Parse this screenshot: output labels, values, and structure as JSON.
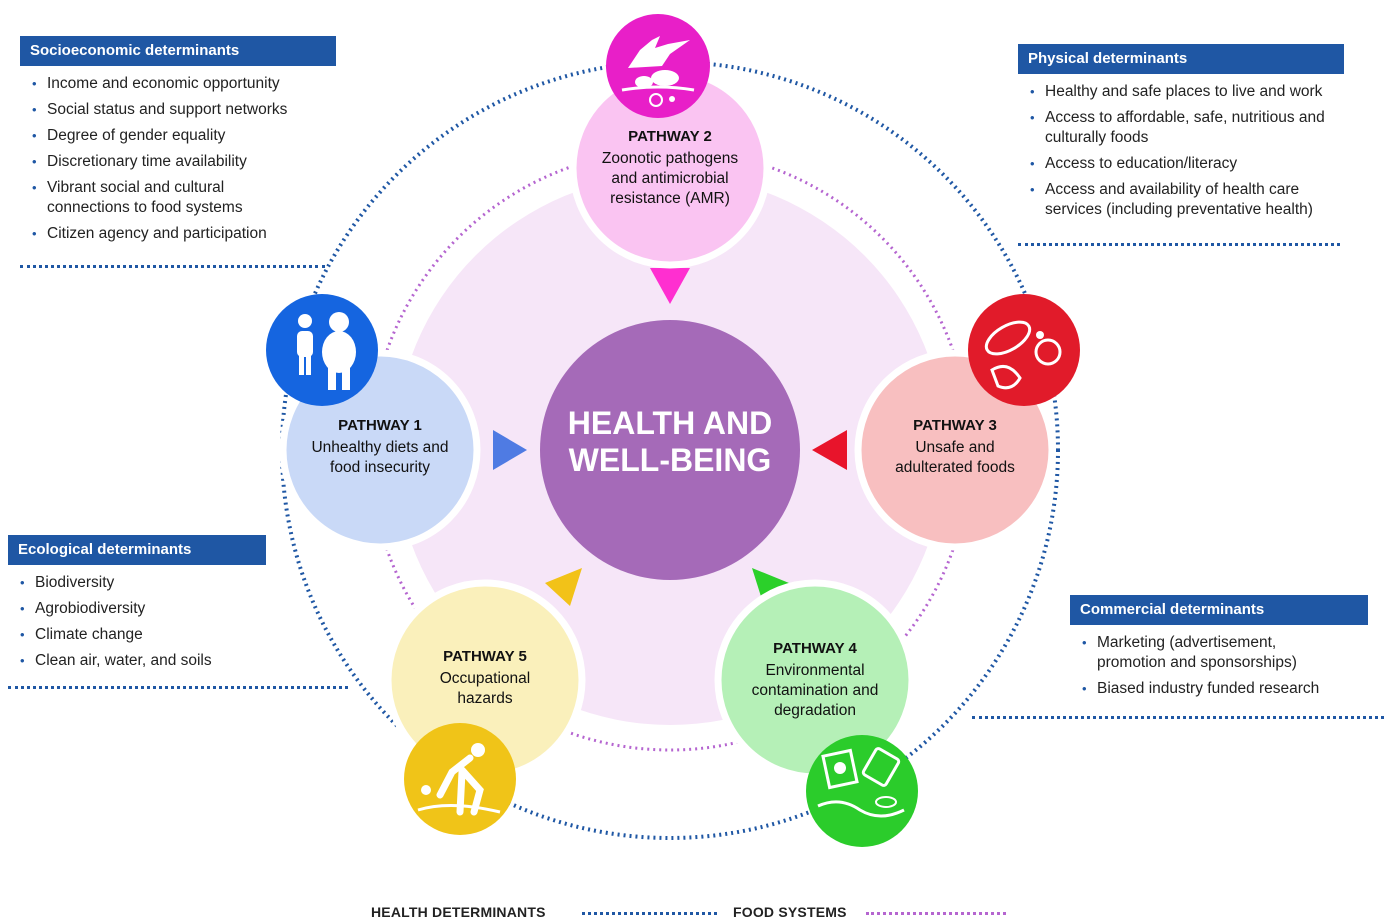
{
  "center": {
    "line1": "HEALTH AND",
    "line2": "WELL-BEING"
  },
  "pathways": [
    {
      "id": "pathway-1",
      "title": "PATHWAY 1",
      "desc": [
        "Unhealthy diets and",
        "food insecurity"
      ],
      "color": "#c9d9f7",
      "arrow": "#4f7be3",
      "icon_bg": "#1565e0",
      "icon": "people-icon"
    },
    {
      "id": "pathway-2",
      "title": "PATHWAY 2",
      "desc": [
        "Zoonotic pathogens",
        "and antimicrobial",
        "resistance (AMR)"
      ],
      "color": "#fac4f2",
      "arrow": "#ff2fd0",
      "icon_bg": "#e81fc8",
      "icon": "animals-icon"
    },
    {
      "id": "pathway-3",
      "title": "PATHWAY 3",
      "desc": [
        "Unsafe and",
        "adulterated foods"
      ],
      "color": "#f8bfc0",
      "arrow": "#e8142b",
      "icon_bg": "#e11b2a",
      "icon": "food-icon"
    },
    {
      "id": "pathway-4",
      "title": "PATHWAY 4",
      "desc": [
        "Environmental",
        "contamination and",
        "degradation"
      ],
      "color": "#b5f0b7",
      "arrow": "#2bd02a",
      "icon_bg": "#2bcc2b",
      "icon": "pollution-icon"
    },
    {
      "id": "pathway-5",
      "title": "PATHWAY 5",
      "desc": [
        "Occupational",
        "hazards"
      ],
      "color": "#faf0bb",
      "arrow": "#f2c218",
      "icon_bg": "#f0c418",
      "icon": "worker-icon"
    }
  ],
  "determinants": {
    "socioeconomic": {
      "title": "Socioeconomic determinants",
      "items": [
        "Income and economic opportunity",
        "Social status and support networks",
        "Degree of gender equality",
        "Discretionary time availability",
        "Vibrant social and cultural connections to food systems",
        "Citizen agency and participation"
      ]
    },
    "physical": {
      "title": "Physical determinants",
      "items": [
        "Healthy and safe places to live and work",
        "Access to affordable, safe, nutritious and culturally foods",
        "Access to education/literacy",
        "Access and availability of health care services (including preventative health)"
      ]
    },
    "ecological": {
      "title": "Ecological determinants",
      "items": [
        "Biodiversity",
        "Agrobiodiversity",
        "Climate change",
        "Clean air, water, and soils"
      ]
    },
    "commercial": {
      "title": "Commercial determinants",
      "items": [
        "Marketing (advertisement, promotion and sponsorships)",
        "Biased industry funded research"
      ]
    }
  },
  "legend": {
    "health": "HEALTH DETERMINANTS",
    "food": "FOOD SYSTEMS",
    "health_color": "#1f57a4",
    "food_color": "#b565d0"
  },
  "colors": {
    "center": "#a56ab8",
    "ring": "#f6e6f8",
    "header": "#1f57a4"
  }
}
